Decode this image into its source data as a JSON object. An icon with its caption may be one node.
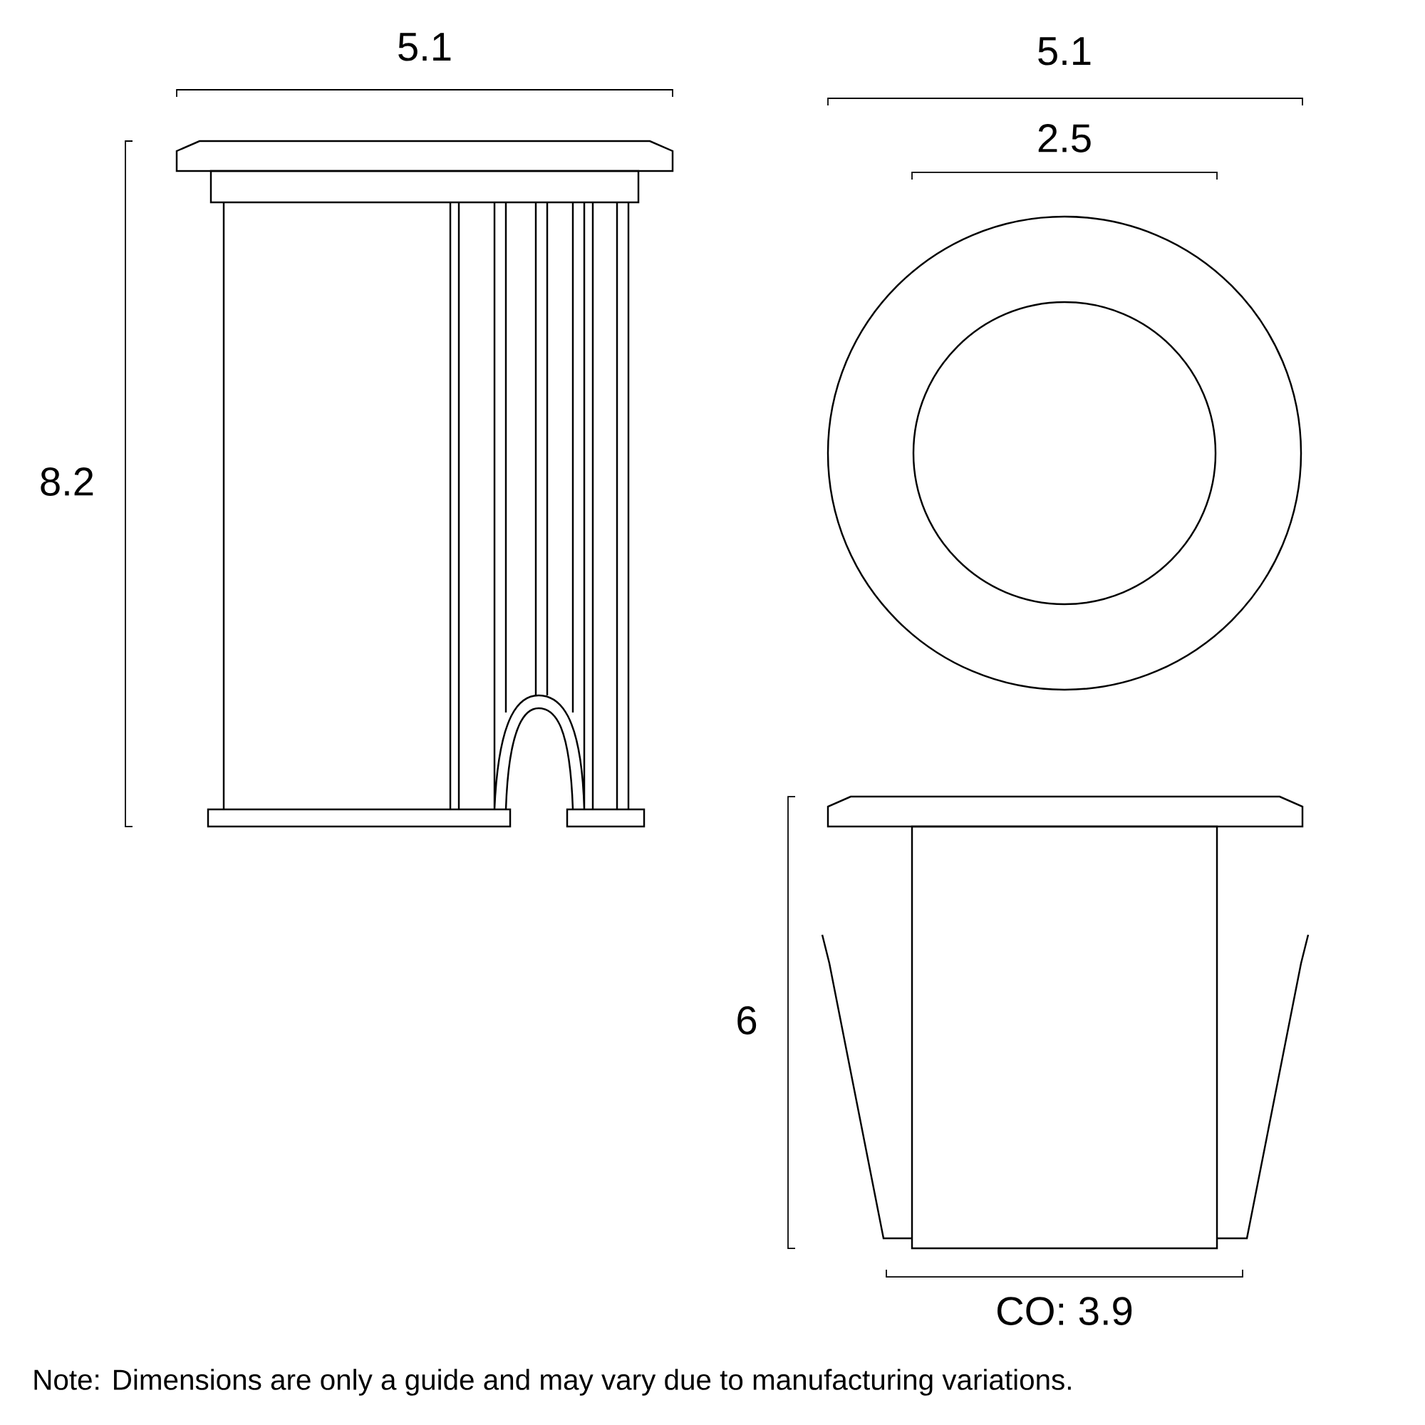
{
  "diagram": {
    "labels": [
      "5.1",
      "5.1",
      "2.5",
      "8.2",
      "6",
      "CO: 3.9",
      "Note: Dimensions are only a guide and may vary due to manufacturing variations."
    ]
  }
}
